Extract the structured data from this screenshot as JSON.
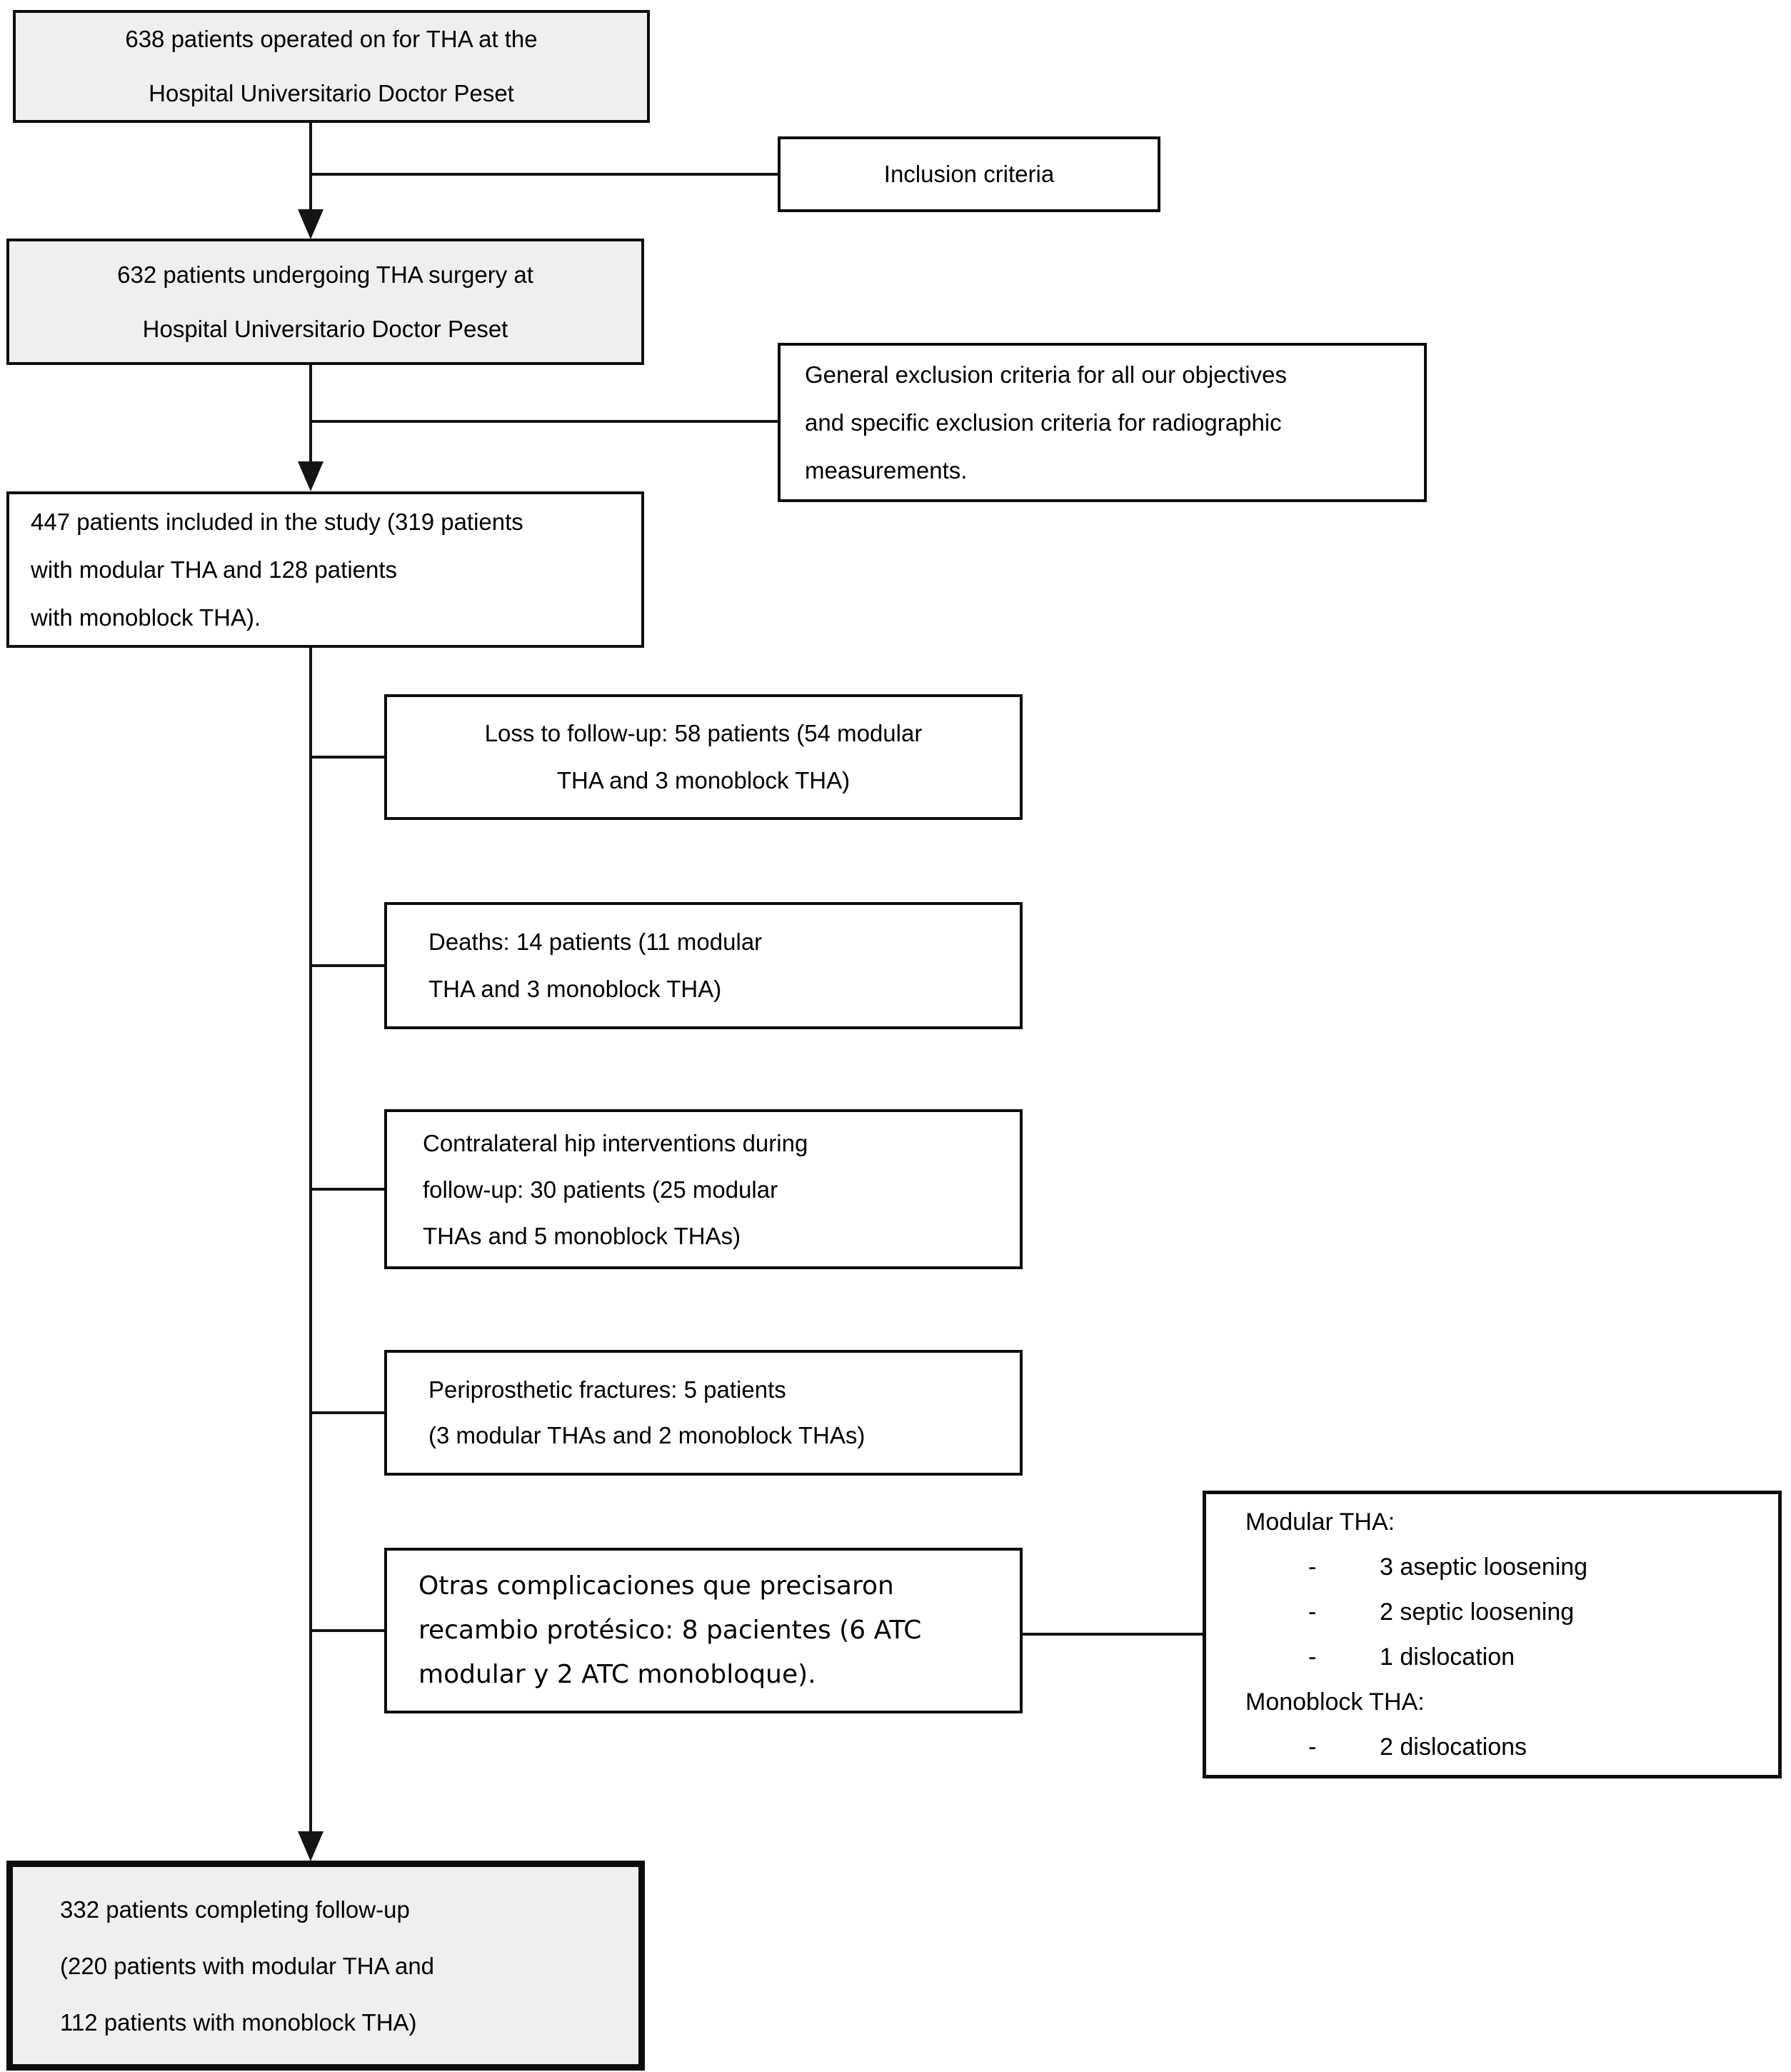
{
  "boxes": {
    "box638": {
      "lines": [
        "638 patients operated on for THA at the",
        "Hospital Universitario Doctor Peset"
      ]
    },
    "inclusion": {
      "label": "Inclusion criteria"
    },
    "box632": {
      "lines": [
        "632 patients undergoing THA surgery at",
        "Hospital Universitario Doctor Peset"
      ]
    },
    "exclusion": {
      "lines": [
        "General exclusion criteria for all our objectives",
        "and specific exclusion criteria for radiographic",
        "measurements."
      ]
    },
    "box447": {
      "lines": [
        "447 patients included in the study (319 patients",
        "with modular THA and 128 patients",
        "with monoblock THA)."
      ]
    },
    "loss": {
      "lines": [
        "Loss to follow-up: 58 patients (54 modular",
        "THA and 3 monoblock THA)"
      ]
    },
    "deaths": {
      "lines": [
        "Deaths: 14 patients (11 modular",
        "THA and 3 monoblock THA)"
      ]
    },
    "contralateral": {
      "lines": [
        "Contralateral hip interventions during",
        "follow-up: 30 patients (25 modular",
        "THAs and 5 monoblock THAs)"
      ]
    },
    "fractures": {
      "lines": [
        "Periprosthetic fractures: 5 patients",
        "(3 modular THAs and 2 monoblock THAs)"
      ]
    },
    "otras": {
      "lines": [
        "Otras complicaciones que precisaron",
        "recambio protésico: 8 pacientes (6 ATC",
        "modular y 2 ATC monobloque)."
      ]
    },
    "complications": {
      "bullet": "-",
      "modular_header": "Modular THA:",
      "modular_items": [
        "3 aseptic loosening",
        "2 septic loosening",
        "1 dislocation"
      ],
      "monoblock_header": "Monoblock THA:",
      "monoblock_items": [
        "2 dislocations"
      ]
    },
    "box332": {
      "lines": [
        "332 patients completing follow-up",
        "(220 patients with modular THA and",
        "112 patients with monoblock THA)"
      ]
    }
  },
  "colors": {
    "box_fill_gray": "#efefef",
    "box_fill_white": "#ffffff",
    "border": "#0d0d0d",
    "line": "#141414"
  }
}
